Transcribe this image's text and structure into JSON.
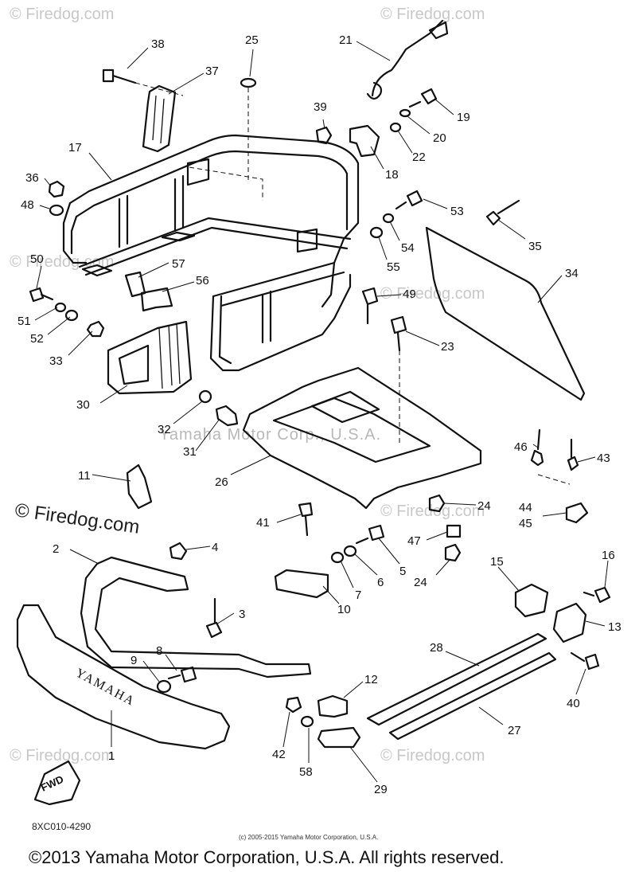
{
  "watermarks": {
    "corner": "© Firedog.com",
    "large": "© Firedog.com",
    "center": "Yamaha Motor Corp., U.S.A."
  },
  "callouts": [
    {
      "id": "c38",
      "label": "38"
    },
    {
      "id": "c37",
      "label": "37"
    },
    {
      "id": "c25",
      "label": "25"
    },
    {
      "id": "c21",
      "label": "21"
    },
    {
      "id": "c19",
      "label": "19"
    },
    {
      "id": "c20",
      "label": "20"
    },
    {
      "id": "c22",
      "label": "22"
    },
    {
      "id": "c18",
      "label": "18"
    },
    {
      "id": "c39",
      "label": "39"
    },
    {
      "id": "c17",
      "label": "17"
    },
    {
      "id": "c36",
      "label": "36"
    },
    {
      "id": "c48",
      "label": "48"
    },
    {
      "id": "c53",
      "label": "53"
    },
    {
      "id": "c35",
      "label": "35"
    },
    {
      "id": "c54",
      "label": "54"
    },
    {
      "id": "c55",
      "label": "55"
    },
    {
      "id": "c50",
      "label": "50"
    },
    {
      "id": "c57",
      "label": "57"
    },
    {
      "id": "c56",
      "label": "56"
    },
    {
      "id": "c34",
      "label": "34"
    },
    {
      "id": "c49",
      "label": "49"
    },
    {
      "id": "c51",
      "label": "51"
    },
    {
      "id": "c52",
      "label": "52"
    },
    {
      "id": "c33",
      "label": "33"
    },
    {
      "id": "c23",
      "label": "23"
    },
    {
      "id": "c30",
      "label": "30"
    },
    {
      "id": "c32",
      "label": "32"
    },
    {
      "id": "c31",
      "label": "31"
    },
    {
      "id": "c46",
      "label": "46"
    },
    {
      "id": "c43",
      "label": "43"
    },
    {
      "id": "c26",
      "label": "26"
    },
    {
      "id": "c11",
      "label": "11"
    },
    {
      "id": "c24a",
      "label": "24"
    },
    {
      "id": "c44",
      "label": "44"
    },
    {
      "id": "c45",
      "label": "45"
    },
    {
      "id": "c41",
      "label": "41"
    },
    {
      "id": "c47",
      "label": "47"
    },
    {
      "id": "c2",
      "label": "2"
    },
    {
      "id": "c4",
      "label": "4"
    },
    {
      "id": "c5",
      "label": "5"
    },
    {
      "id": "c6",
      "label": "6"
    },
    {
      "id": "c24b",
      "label": "24"
    },
    {
      "id": "c15",
      "label": "15"
    },
    {
      "id": "c16",
      "label": "16"
    },
    {
      "id": "c7",
      "label": "7"
    },
    {
      "id": "c10",
      "label": "10"
    },
    {
      "id": "c3",
      "label": "3"
    },
    {
      "id": "c13",
      "label": "13"
    },
    {
      "id": "c28",
      "label": "28"
    },
    {
      "id": "c8",
      "label": "8"
    },
    {
      "id": "c9",
      "label": "9"
    },
    {
      "id": "c40",
      "label": "40"
    },
    {
      "id": "c12",
      "label": "12"
    },
    {
      "id": "c27",
      "label": "27"
    },
    {
      "id": "c1",
      "label": "1"
    },
    {
      "id": "c42",
      "label": "42"
    },
    {
      "id": "c58",
      "label": "58"
    },
    {
      "id": "c29",
      "label": "29"
    }
  ],
  "bumper_text": "YAMAHA",
  "fwd_label": "FWD",
  "diagram_code": "8XC010-4290",
  "fine_print": "(c) 2005-2015 Yamaha Motor Corporation, U.S.A.",
  "footer": "©2013 Yamaha Motor Corporation, U.S.A. All rights reserved."
}
